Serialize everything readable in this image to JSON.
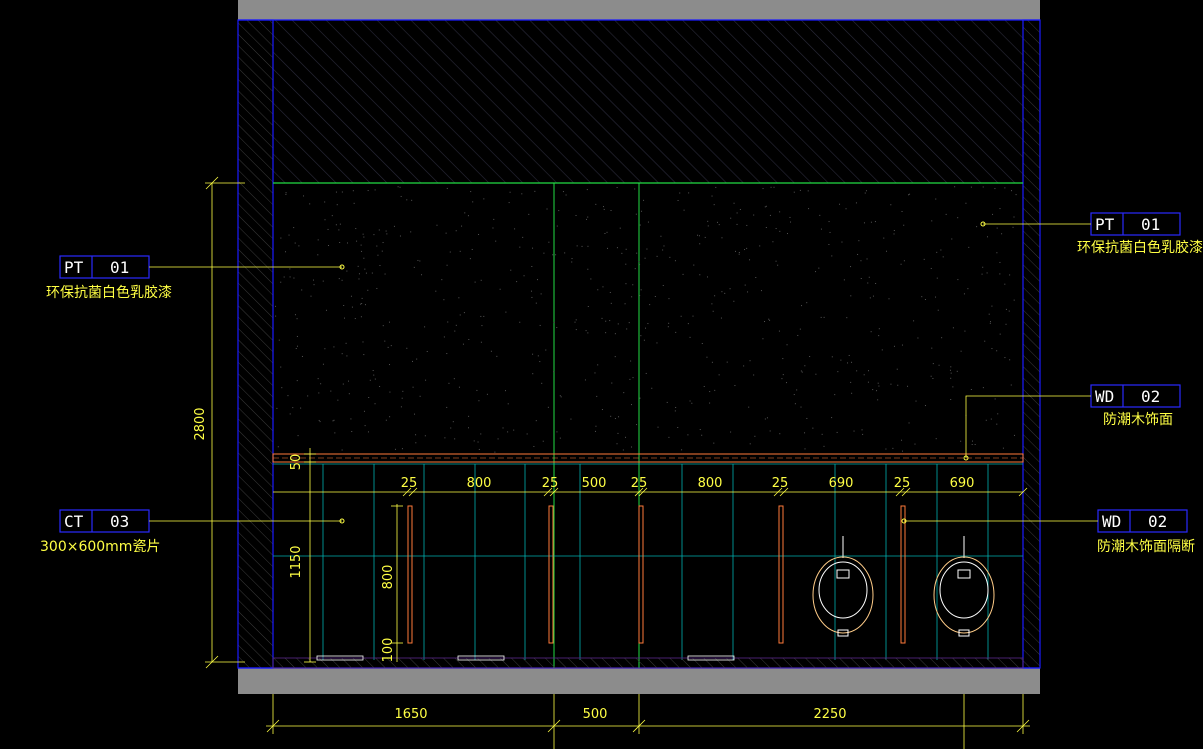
{
  "labels": {
    "pt_left": {
      "code": "PT",
      "num": "01",
      "desc": "环保抗菌白色乳胶漆"
    },
    "pt_right": {
      "code": "PT",
      "num": "01",
      "desc": "环保抗菌白色乳胶漆"
    },
    "ct_left": {
      "code": "CT",
      "num": "03",
      "desc": "300×600mm瓷片"
    },
    "wd_trim": {
      "code": "WD",
      "num": "02",
      "desc": "防潮木饰面"
    },
    "wd_part": {
      "code": "WD",
      "num": "02",
      "desc": "防潮木饰面隔断"
    }
  },
  "dimensions": {
    "height_total": "2800",
    "band": "50",
    "lower": "1150",
    "panel": "800",
    "gap": "100",
    "partitions": [
      "25",
      "800",
      "25",
      "500",
      "25",
      "800",
      "25",
      "690",
      "25",
      "690"
    ],
    "bottom": [
      "1650",
      "500",
      "2250"
    ]
  },
  "colors": {
    "wall": "#1a1aff",
    "green": "#22dd44",
    "yellow": "#ffff44",
    "cyan": "#00b0b0",
    "orange": "#ff7a3a",
    "slab": "#8c8c8c"
  }
}
